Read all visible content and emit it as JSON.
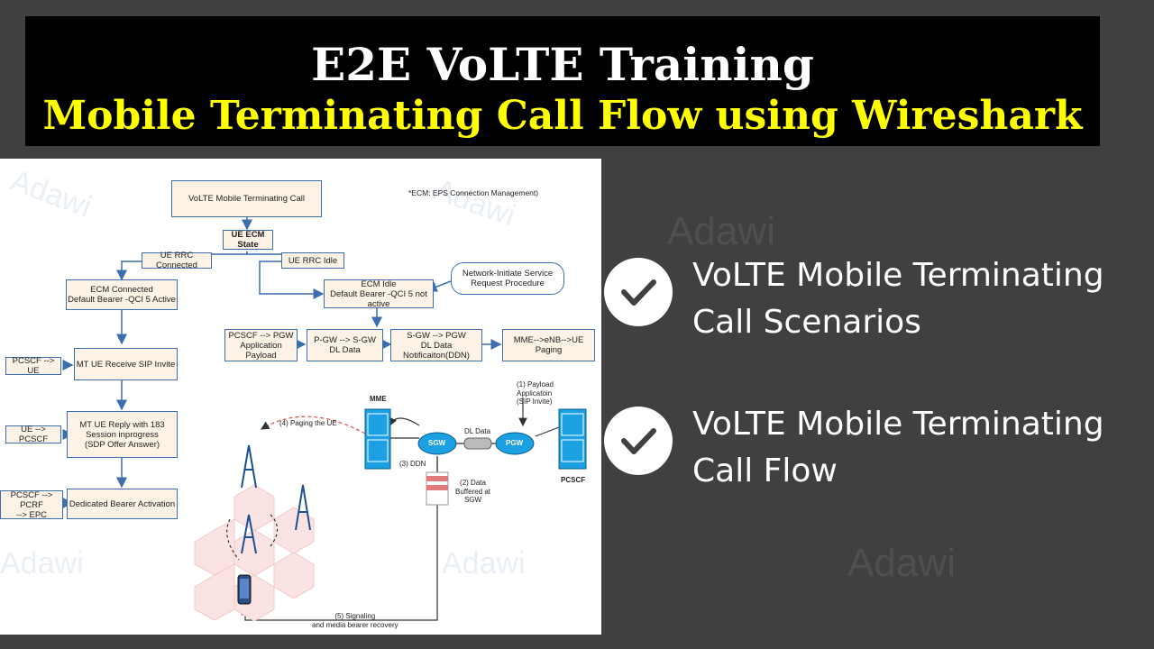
{
  "slide": {
    "title": "E2E VoLTE Training",
    "subtitle": "Mobile Terminating Call Flow using Wireshark",
    "watermark": "Adawi"
  },
  "bullets": [
    {
      "text": "VoLTE Mobile Terminating Call Scenarios",
      "icon": "check-icon"
    },
    {
      "text": "VoLTE Mobile Terminating Call Flow",
      "icon": "check-icon"
    }
  ],
  "diagram": {
    "root": "VoLTE Mobile Terminating Call",
    "note": "*ECM: EPS Connection Management)",
    "state": "UE ECM State",
    "rrc_connected": "UE RRC Connected",
    "rrc_idle": "UE RRC Idle",
    "network_initiate": "Network-Initiate Service Request Procedure",
    "ecm_connected": "ECM Connected\nDefault Bearer -QCI 5 Active",
    "ecm_idle": "ECM Idle\nDefault Bearer -QCI 5 not active",
    "idle_steps": [
      "PCSCF --> PGW\nApplication Payload",
      "P-GW --> S-GW\nDL Data",
      "S-GW --> PGW\nDL Data Notificaiton(DDN)",
      "MME-->eNB-->UE\nPaging"
    ],
    "connected_steps": [
      "MT UE Receive SIP Invite",
      "MT UE Reply with 183 Session inprogress\n(SDP Offer Answer)",
      "Dedicated Bearer Activation"
    ],
    "side_labels": [
      "PCSCF --> UE",
      "UE --> PCSCF",
      "PCSCF --> PCRF\n--> EPC"
    ],
    "net": {
      "mme": "MME",
      "sgw": "SGW",
      "pgw": "PGW",
      "pcscf": "PCSCF",
      "dl_data": "DL Data",
      "step1": "(1) Payload\nApplicatoin\n(SIP Invite)",
      "step2": "(2) Data\nBuffered at\nSGW",
      "step3": "(3) DDN",
      "step4": "(4) Paging the UE",
      "step5": "(5) Signaling\nand media bearer recovery"
    }
  },
  "colors": {
    "accent": "#ffff00",
    "box_fill": "#fdf2e6",
    "box_border": "#3d6fb0",
    "router": "#1ba1e2"
  }
}
